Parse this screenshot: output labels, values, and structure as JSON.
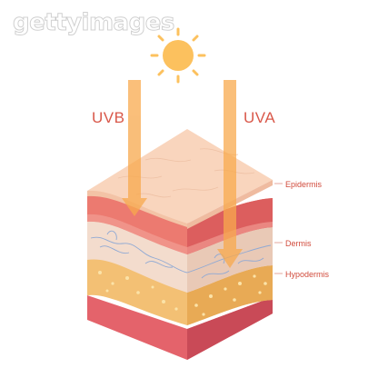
{
  "watermark": {
    "text": "gettyimages"
  },
  "rays": {
    "uvb": {
      "label": "UVB"
    },
    "uva": {
      "label": "UVA"
    }
  },
  "layers": {
    "epidermis": "Epidermis",
    "dermis": "Dermis",
    "hypodermis": "Hypodermis"
  },
  "colors": {
    "sun": "#fcc15e",
    "arrow": "#f8a94d",
    "label_red": "#d9584a",
    "epidermis_top": "#f9d5bd",
    "epidermis_side": "#ec7a70",
    "dermis": "#f3dccd",
    "hypodermis": "#f3c074",
    "base": "#e4636b"
  },
  "icons": {
    "sun": "sun-icon"
  }
}
